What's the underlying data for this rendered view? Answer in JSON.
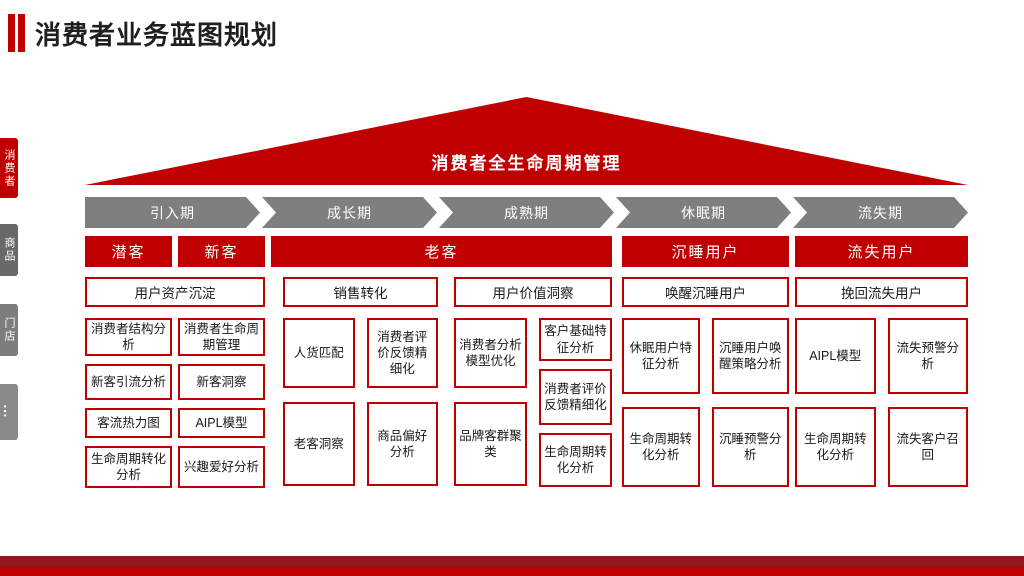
{
  "page": {
    "title": "消费者业务蓝图规划"
  },
  "colors": {
    "accent": "#c00000",
    "stage_gray": "#7f7f7f",
    "footer_dark": "#8e1a1e"
  },
  "sidebar": {
    "items": [
      {
        "label": "消费者",
        "active": true
      },
      {
        "label": "商品",
        "active": false
      },
      {
        "label": "门店",
        "active": false
      },
      {
        "label": "…",
        "active": false
      }
    ]
  },
  "roof": {
    "title": "消费者全生命周期管理"
  },
  "stages": {
    "labels": [
      "引入期",
      "成长期",
      "成熟期",
      "休眠期",
      "流失期"
    ]
  },
  "sections": [
    {
      "headers": [
        "潜客",
        "新客"
      ],
      "banner": "用户资产沉淀",
      "columns": [
        {
          "items": [
            "消费者结构分析",
            "新客引流分析",
            "客流热力图",
            "生命周期转化分析"
          ]
        },
        {
          "items": [
            "消费者生命周期管理",
            "新客洞察",
            "AIPL模型",
            "兴趣爱好分析"
          ]
        }
      ]
    },
    {
      "headers": [
        "老客"
      ],
      "subsections": [
        {
          "banner": "销售转化",
          "columns": [
            {
              "items": [
                "人货匹配",
                "老客洞察"
              ]
            },
            {
              "items": [
                "消费者评价反馈精细化",
                "商品偏好分析"
              ]
            }
          ]
        },
        {
          "banner": "用户价值洞察",
          "columns": [
            {
              "items": [
                "消费者分析模型优化",
                "品牌客群聚类"
              ]
            },
            {
              "items": [
                "客户基础特征分析",
                "消费者评价反馈精细化",
                "生命周期转化分析"
              ]
            }
          ]
        }
      ]
    },
    {
      "headers": [
        "沉睡用户"
      ],
      "banner": "唤醒沉睡用户",
      "columns": [
        {
          "items": [
            "休眠用户特征分析",
            "生命周期转化分析"
          ]
        },
        {
          "items": [
            "沉睡用户唤醒策略分析",
            "沉睡预警分析"
          ]
        }
      ]
    },
    {
      "headers": [
        "流失用户"
      ],
      "banner": "挽回流失用户",
      "columns": [
        {
          "items": [
            "AIPL模型",
            "生命周期转化分析"
          ]
        },
        {
          "items": [
            "流失预警分析",
            "流失客户召回"
          ]
        }
      ]
    }
  ]
}
